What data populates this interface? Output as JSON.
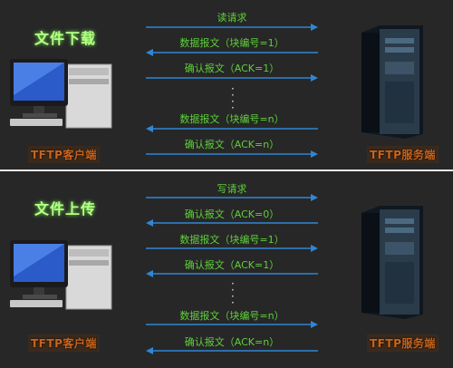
{
  "download": {
    "title": "文件下载",
    "client_label": "TFTP客户端",
    "server_label": "TFTP服务端",
    "messages": [
      {
        "text": "读请求",
        "direction": "right"
      },
      {
        "text": "数据报文（块编号=1）",
        "direction": "left"
      },
      {
        "text": "确认报文（ACK=1）",
        "direction": "right"
      },
      {
        "text": "数据报文（块编号=n）",
        "direction": "left"
      },
      {
        "text": "确认报文（ACK=n）",
        "direction": "right"
      }
    ]
  },
  "upload": {
    "title": "文件上传",
    "client_label": "TFTP客户端",
    "server_label": "TFTP服务端",
    "messages": [
      {
        "text": "写请求",
        "direction": "right"
      },
      {
        "text": "确认报文（ACK=0）",
        "direction": "left"
      },
      {
        "text": "数据报文（块编号=1）",
        "direction": "right"
      },
      {
        "text": "确认报文（ACK=1）",
        "direction": "left"
      },
      {
        "text": "数据报文（块编号=n）",
        "direction": "right"
      },
      {
        "text": "确认报文（ACK=n）",
        "direction": "left"
      }
    ]
  },
  "colors": {
    "arrow": "#2f86d6",
    "message_text": "#5ecf3a",
    "title": "#b6ff8a",
    "label": "#c8641c"
  }
}
